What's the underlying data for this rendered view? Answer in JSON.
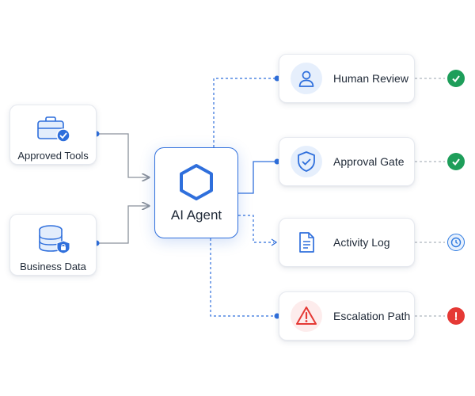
{
  "sources": [
    {
      "label": "Approved Tools",
      "icon": "briefcase-check-icon"
    },
    {
      "label": "Business Data",
      "icon": "database-lock-icon"
    }
  ],
  "agent": {
    "label": "AI Agent",
    "icon": "hexagon-icon"
  },
  "outputs": [
    {
      "label": "Human Review",
      "icon": "person-icon",
      "status": "success",
      "status_icon": "check-icon",
      "status_color": "#1e9e5a"
    },
    {
      "label": "Approval Gate",
      "icon": "shield-check-icon",
      "status": "success",
      "status_icon": "check-icon",
      "status_color": "#1e9e5a"
    },
    {
      "label": "Activity Log",
      "icon": "document-icon",
      "status": "pending",
      "status_icon": "clock-icon",
      "status_color": "#2f7be0"
    },
    {
      "label": "Escalation Path",
      "icon": "warning-icon",
      "status": "alert",
      "status_icon": "exclamation-icon",
      "status_color": "#e53935"
    }
  ],
  "colors": {
    "accent": "#2f6fdc",
    "connector_gray": "#8a919c",
    "success": "#1e9e5a",
    "alert": "#e53935"
  }
}
